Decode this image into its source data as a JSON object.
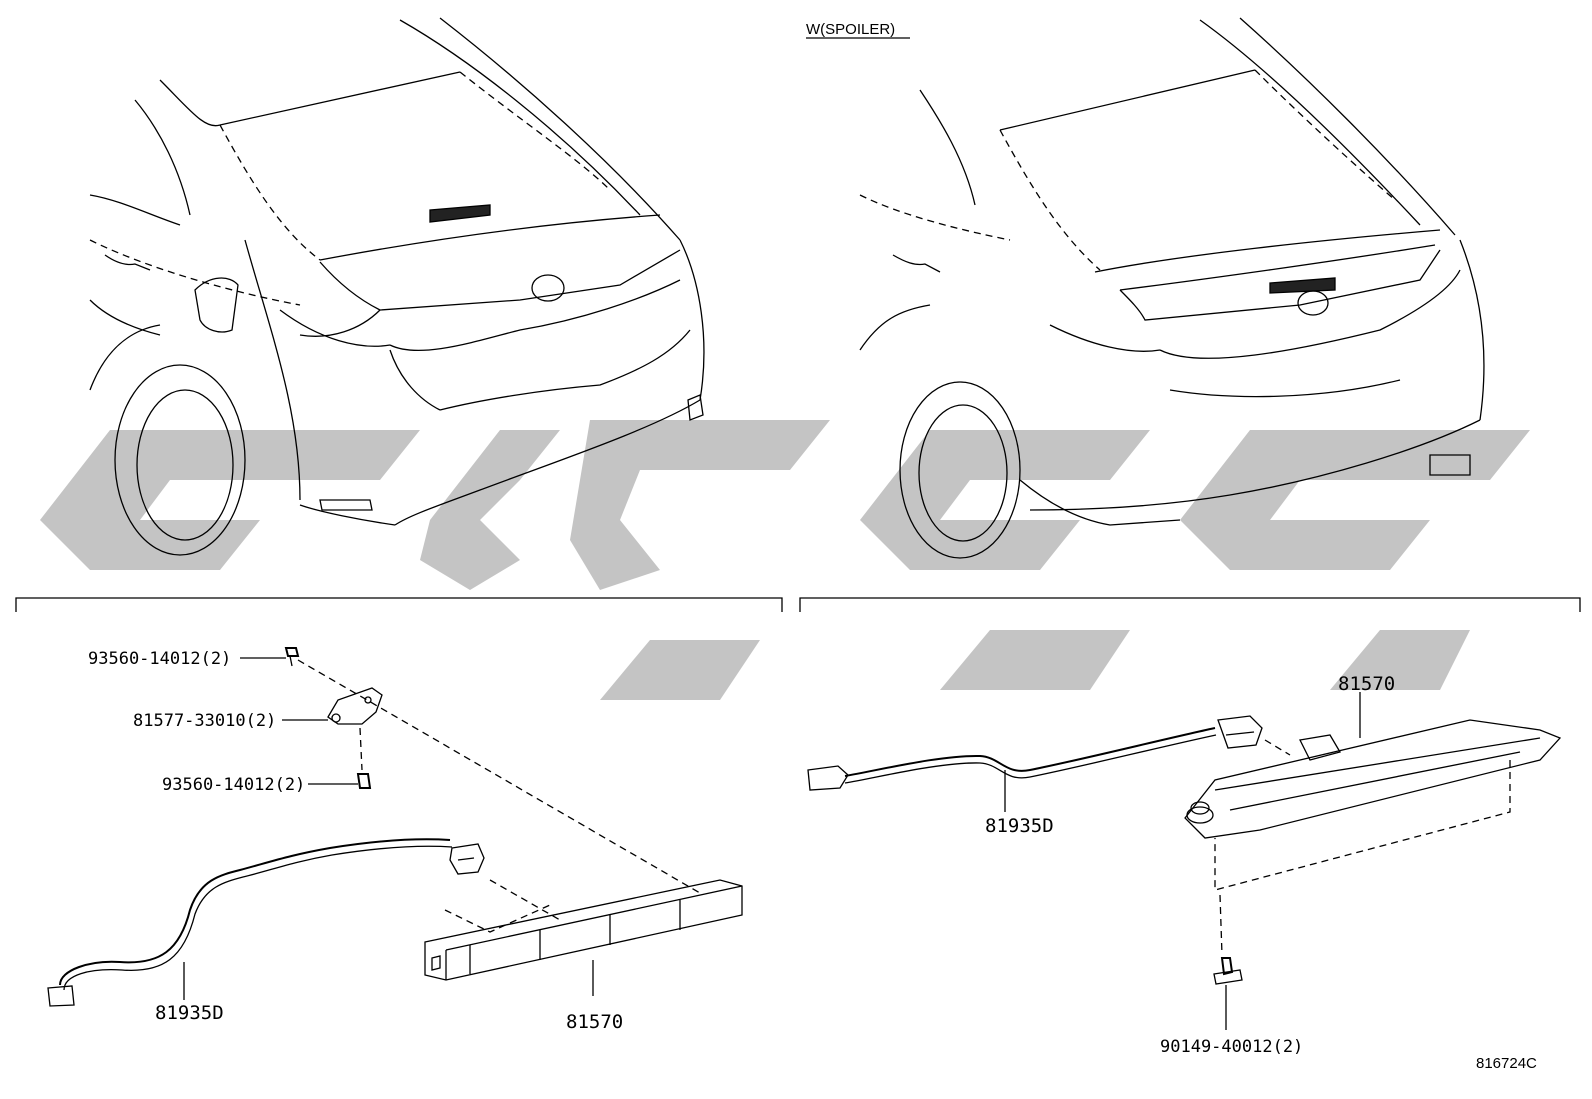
{
  "header": {
    "variant_label": "W(SPOILER)"
  },
  "left_section": {
    "callouts": [
      {
        "id": "screw-top",
        "text": "93560-14012(2)"
      },
      {
        "id": "bracket",
        "text": "81577-33010(2)"
      },
      {
        "id": "screw-bottom",
        "text": "93560-14012(2)"
      },
      {
        "id": "wire",
        "text": "81935D"
      },
      {
        "id": "lamp",
        "text": "81570"
      }
    ]
  },
  "right_section": {
    "callouts": [
      {
        "id": "lamp",
        "text": "81570"
      },
      {
        "id": "wire",
        "text": "81935D"
      },
      {
        "id": "screw",
        "text": "90149-40012(2)"
      }
    ]
  },
  "footer": {
    "diagram_code": "816724C"
  }
}
